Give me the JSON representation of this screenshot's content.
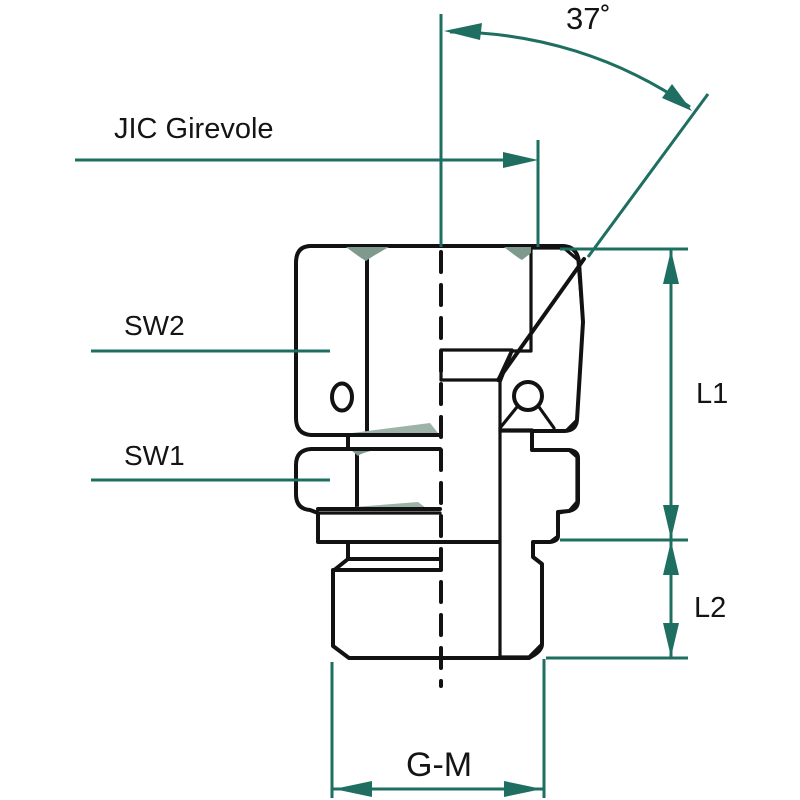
{
  "drawing": {
    "title_hint": "JIC swivel hydraulic adapter cross-section",
    "annotations": {
      "angle_label": "37˚",
      "swivel_label": "JIC Girevole",
      "wrench2_label": "SW2",
      "wrench1_label": "SW1",
      "length1_label": "L1",
      "length2_label": "L2",
      "thread_label": "G-M"
    },
    "colors": {
      "annotation_teal": "#1e6f62",
      "body_light": "#cdd8d1",
      "section_dark": "#a7bdb1",
      "chamfer_dark": "#7f998d",
      "outline_black": "#121212",
      "background": "#ffffff"
    }
  }
}
